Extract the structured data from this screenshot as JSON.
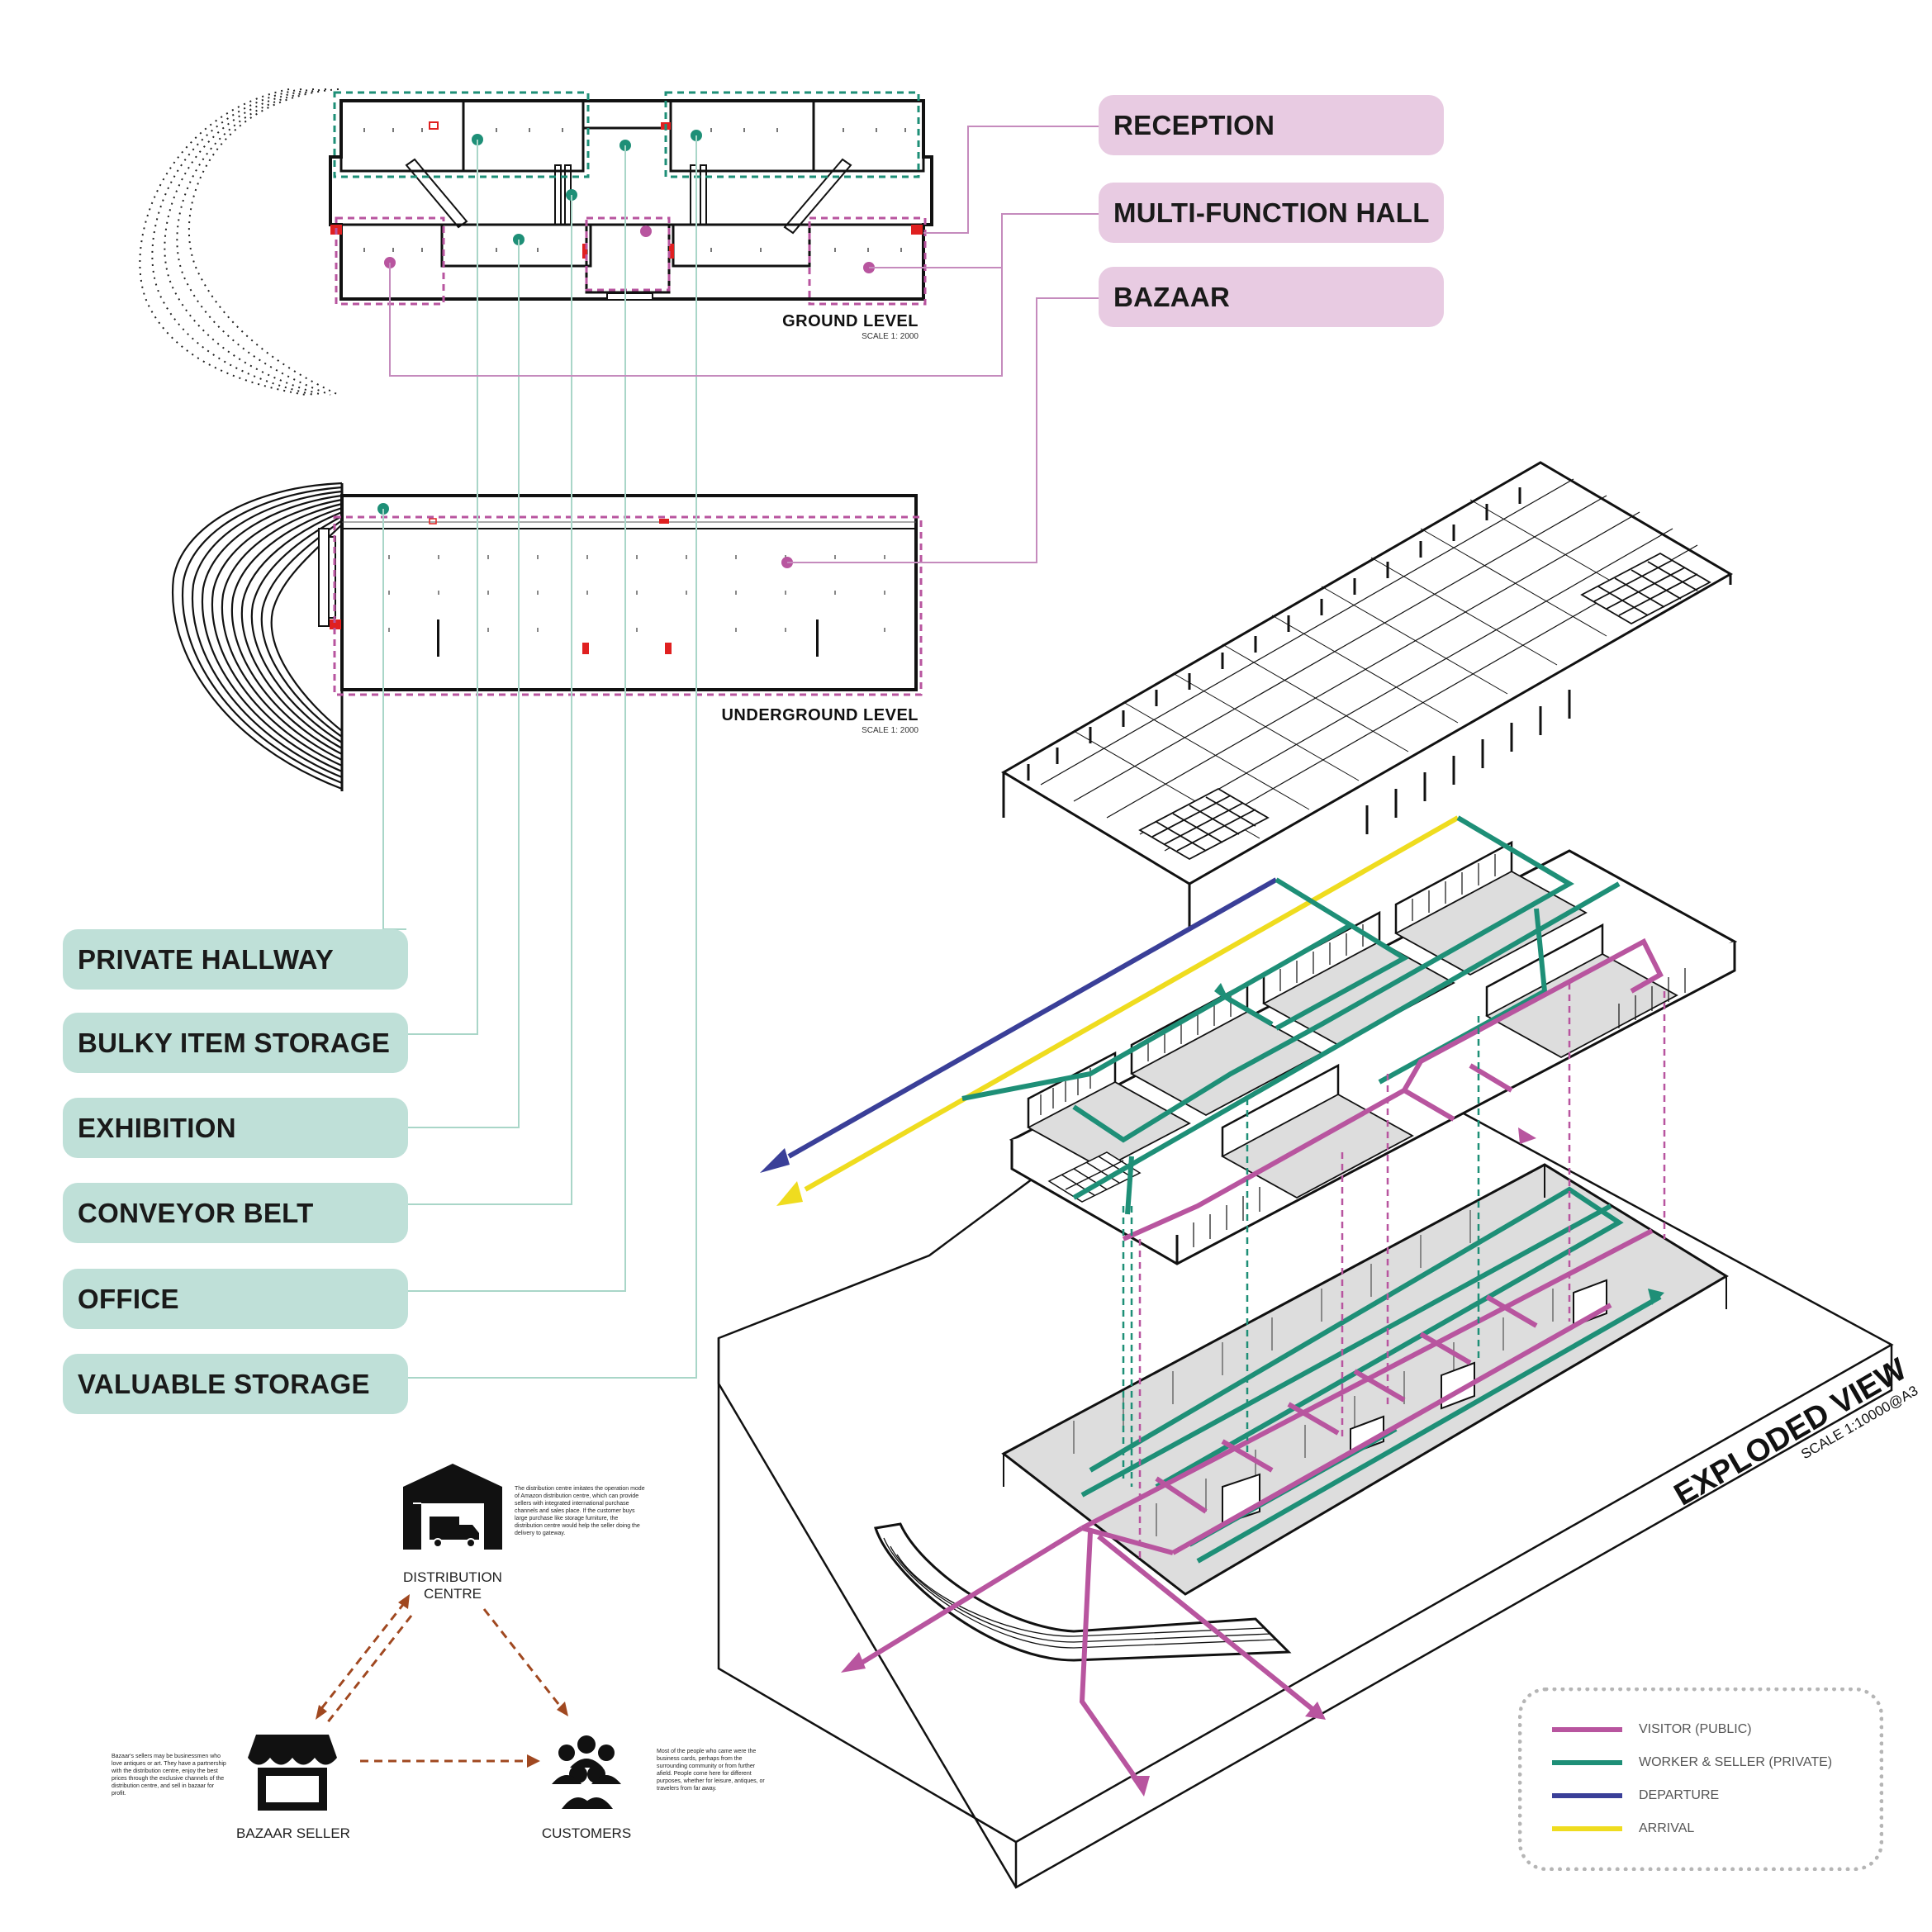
{
  "zone_labels": {
    "reception": "RECEPTION",
    "multi_function_hall": "MULTI-FUNCTION HALL",
    "bazaar": "BAZAAR",
    "private_hallway": "PRIVATE HALLWAY",
    "bulky_item_storage": "BULKY ITEM STORAGE",
    "exhibition": "EXHIBITION",
    "conveyor_belt": "CONVEYOR BELT",
    "office": "OFFICE",
    "valuable_storage": "VALUABLE STORAGE"
  },
  "plans": {
    "ground": {
      "title": "GROUND LEVEL",
      "scale": "SCALE 1: 2000"
    },
    "underground": {
      "title": "UNDERGROUND LEVEL",
      "scale": "SCALE 1: 2000"
    }
  },
  "exploded": {
    "title": "EXPLODED VIEW",
    "scale": "SCALE 1:10000@A3"
  },
  "ecosystem": {
    "distribution_centre": "DISTRIBUTION CENTRE",
    "bazaar_seller": "BAZAAR SELLER",
    "customers": "CUSTOMERS",
    "distribution_text": "The distribution centre imitates the operation mode of Amazon distribution centre, which can provide sellers with integrated international purchase channels and sales place. If the customer buys large purchase like storage furniture, the distribution centre would help the seller doing the delivery to gateway.",
    "seller_text": "Bazaar's sellers may be businessmen who love antiques or art. They have a partnership with the distribution centre, enjoy the best prices through the exclusive channels of the distribution centre, and sell in bazaar for profit.",
    "customers_text": "Most of the people who came were the business cards, perhaps from the surrounding community or from further afield. People come here for different purposes, whether for leisure, antiques, or travelers from far away."
  },
  "legend": [
    {
      "label": "VISITOR (PUBLIC)",
      "color": "#b8559f"
    },
    {
      "label": "WORKER & SELLER (PRIVATE)",
      "color": "#1e8f77"
    },
    {
      "label": "DEPARTURE",
      "color": "#3a3f98"
    },
    {
      "label": "ARRIVAL",
      "color": "#efdc1f"
    }
  ],
  "colors": {
    "visitor": "#b8559f",
    "worker": "#1e8f77",
    "departure": "#3a3f98",
    "arrival": "#efdc1f",
    "leader": "#a9d6c8",
    "leader_pink": "#c58bbd",
    "red_marker": "#e02020",
    "eco_arrow": "#a04820"
  }
}
